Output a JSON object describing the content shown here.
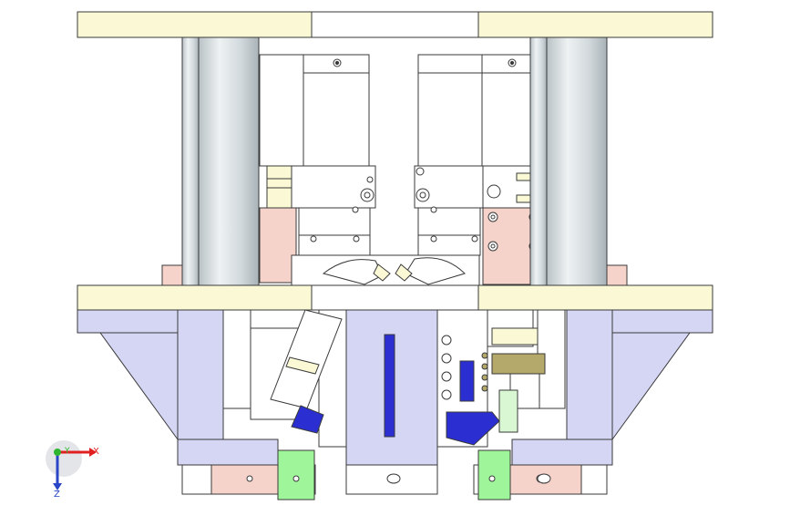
{
  "triad": {
    "x_label": "X",
    "y_label": "Y",
    "z_label": "Z"
  },
  "colors": {
    "plate_yellow": "#fbf9d5",
    "base_lavender": "#d4d6f4",
    "pink_block": "#f5d3cb",
    "column_gray": "#d4dbde",
    "green_bushing": "#9ef59a",
    "blue_part": "#2b2ed1",
    "olive_part": "#b4a86b",
    "white_part": "#ffffff",
    "outline": "#3a3a3a"
  }
}
